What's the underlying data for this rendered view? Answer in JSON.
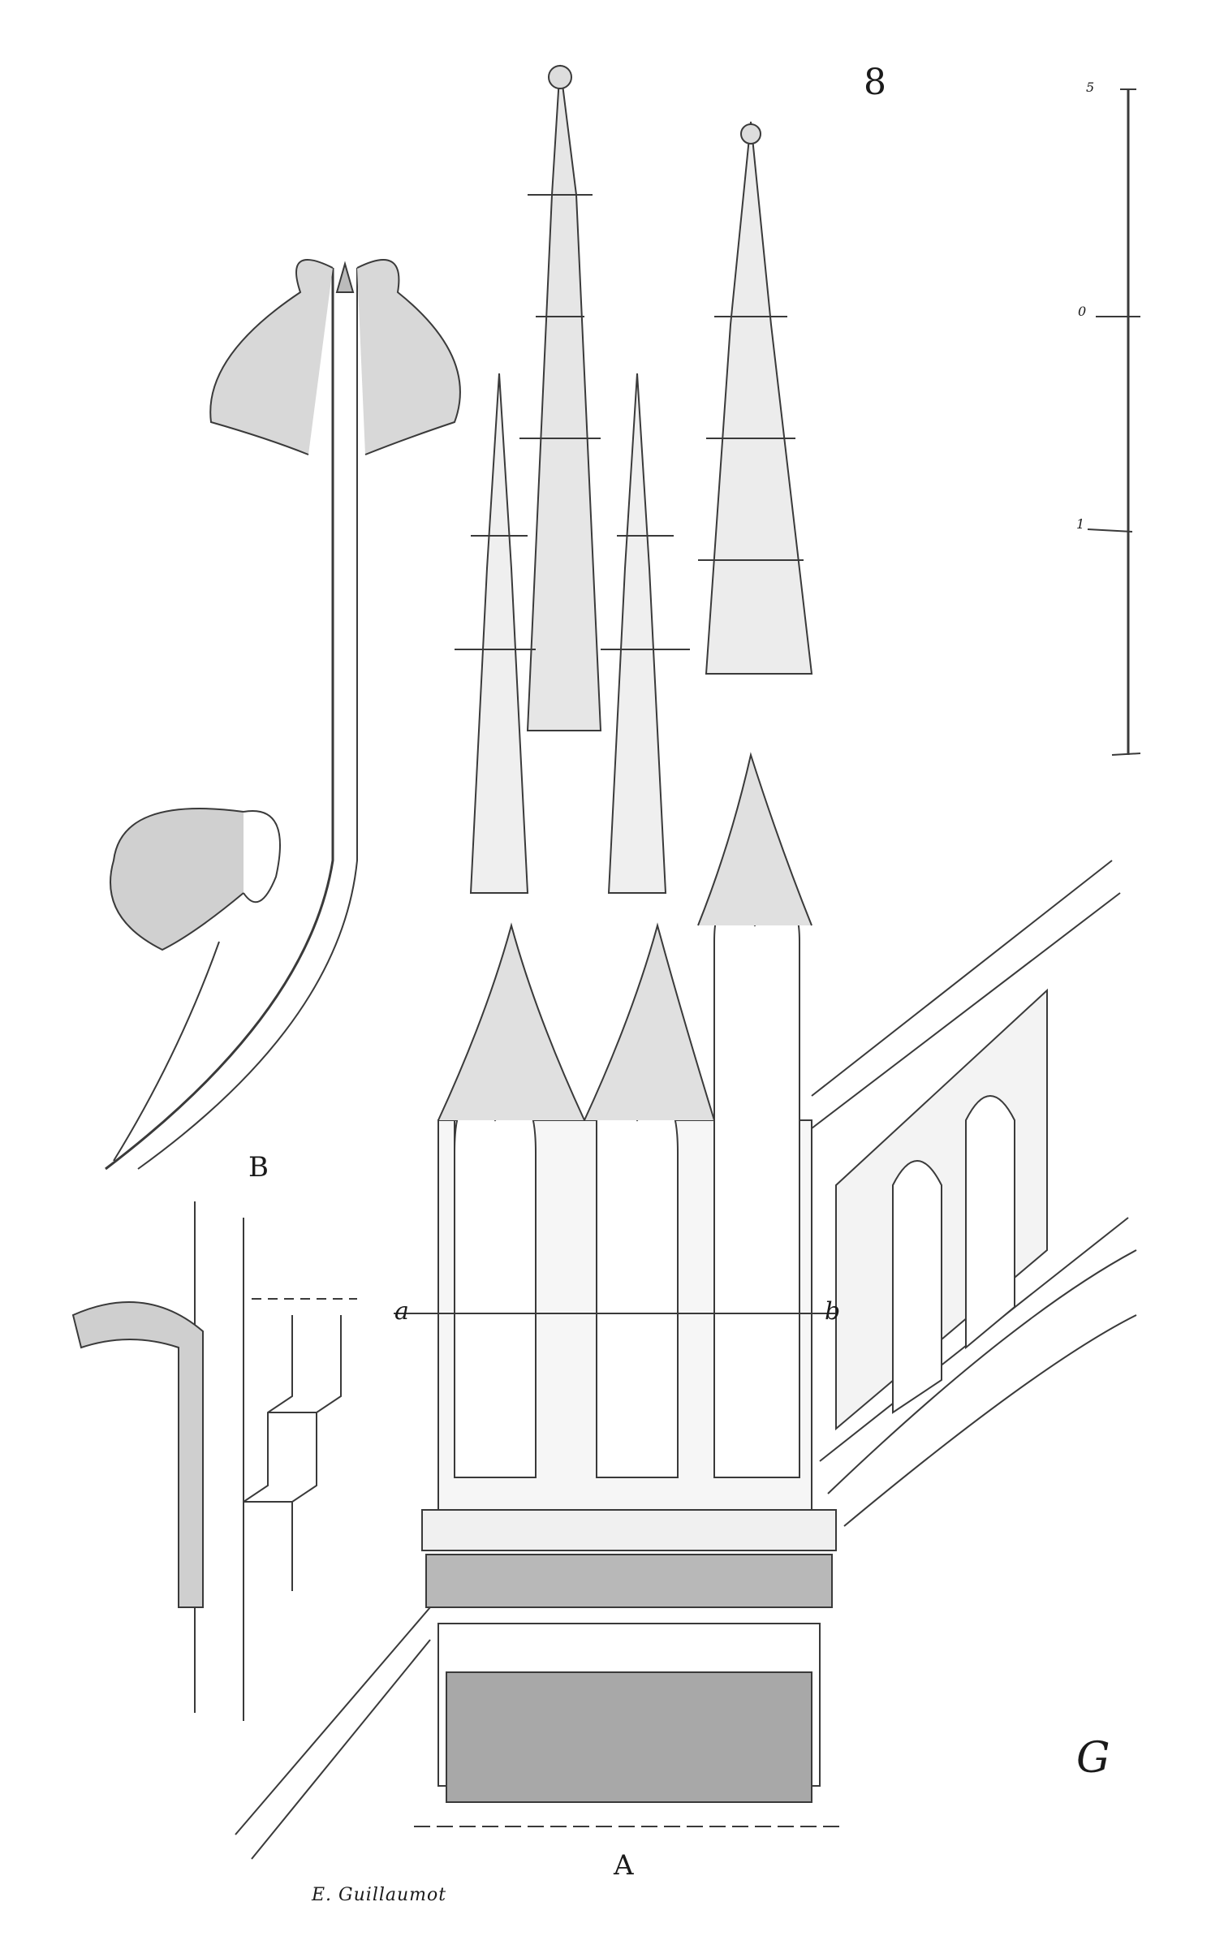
{
  "plate": {
    "number": "8",
    "title_mark": "A",
    "detail_mark": "B",
    "section_marks": {
      "left": "a",
      "right": "b"
    },
    "engraver_signature": "E. Guillaumot",
    "monogram": "G",
    "scale_ticks": [
      "5",
      "0",
      "1"
    ]
  },
  "colors": {
    "ink": "#1a1a1a",
    "line": "#3a3a3a",
    "wash": "#9a9a9a",
    "paper": "#ffffff"
  },
  "illustration": {
    "subject": "Gothic pinnacle with crocketed spires, gables and lancet windows above a carved frieze and pedestal, with flying buttress balustrade",
    "detail_subject": "Crocket / finial foliage detail and tile-pattern section"
  }
}
